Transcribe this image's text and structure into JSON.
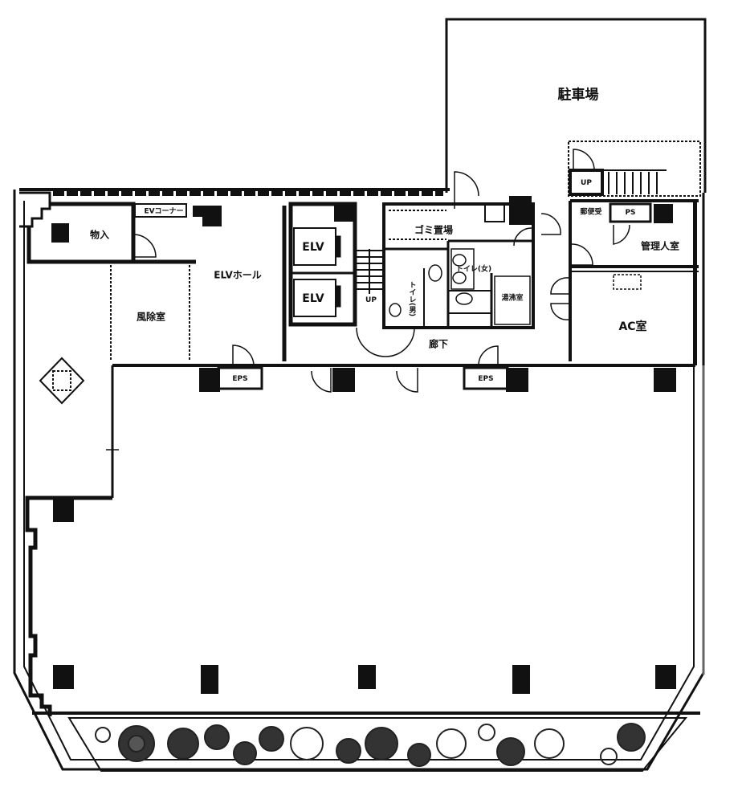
{
  "plan": {
    "type": "floor-plan",
    "colors": {
      "wall": "#111111",
      "background": "#ffffff",
      "tree": "#222222"
    },
    "rooms": {
      "parking": "駐車場",
      "storage": "物入",
      "elv_hall": "ELVホール",
      "windbreak": "風除室",
      "elv1": "ELV",
      "elv2": "ELV",
      "garbage": "ゴミ置場",
      "toilet_female": "トイレ(女)",
      "toilet_male": "トイレ(男)",
      "kitchenette": "湯沸室",
      "corridor": "廊下",
      "eps1": "EPS",
      "eps2": "EPS",
      "mail": "郵便受",
      "ps": "PS",
      "manager": "管理人室",
      "ac": "AC室",
      "corner": "EVコーナー",
      "stair_up1": "UP",
      "stair_up2": "UP"
    }
  }
}
